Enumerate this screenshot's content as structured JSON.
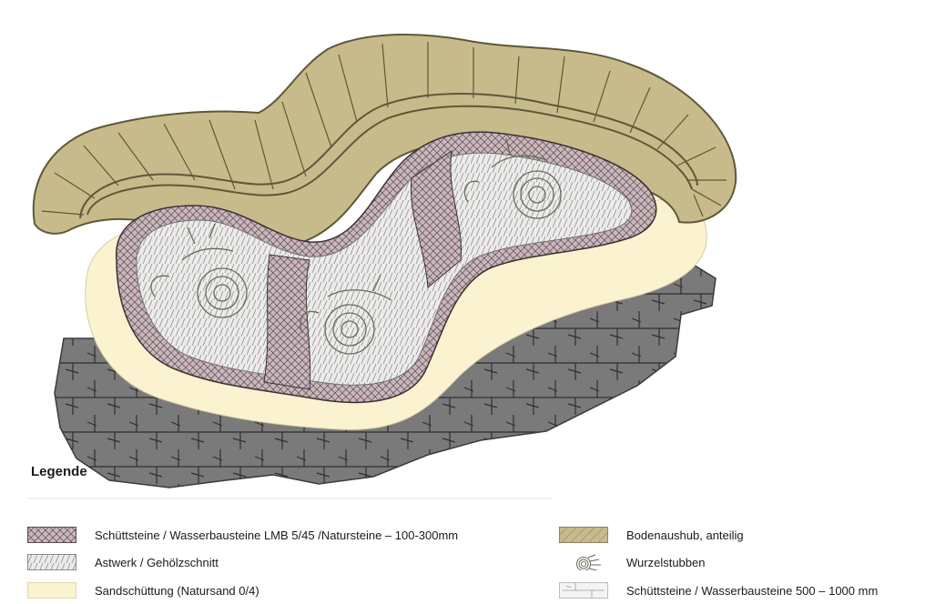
{
  "legend": {
    "title": "Legende",
    "items": [
      {
        "label": "Schüttsteine / Wasserbausteine LMB 5/45 /Natursteine – 100-300mm",
        "symbol": "rubble-fine-icon"
      },
      {
        "label": "Astwerk / Gehölzschnitt",
        "symbol": "brushwood-icon"
      },
      {
        "label": "Sandschüttung (Natursand 0/4)",
        "symbol": "sand-icon"
      },
      {
        "label": "Bodenaushub, anteilig",
        "symbol": "soil-icon"
      },
      {
        "label": "Wurzelstubben",
        "symbol": "root-stump-icon"
      },
      {
        "label": "Schüttsteine / Wasserbausteine 500 – 1000 mm",
        "symbol": "large-stones-icon"
      }
    ]
  },
  "colors": {
    "soil": "#c7bb8b",
    "soil_stroke": "#6f6646",
    "sand": "#fbf2cf",
    "stones": "#777777",
    "rubble": "#c9b7bc",
    "brushwood": "#e8e6e4"
  }
}
